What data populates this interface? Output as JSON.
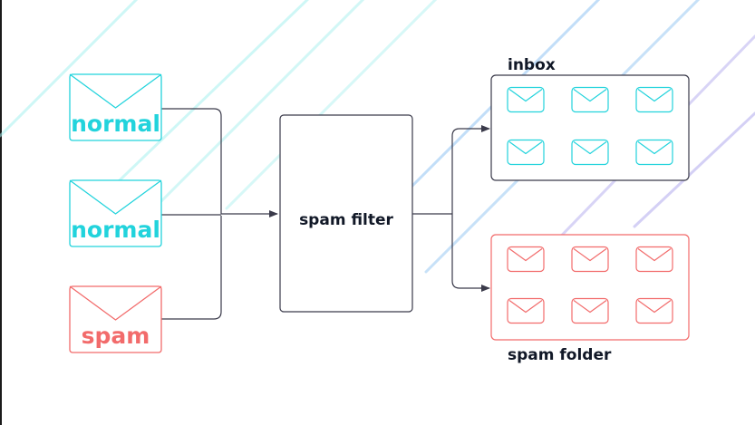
{
  "emails": [
    {
      "label": "normal",
      "kind": "normal"
    },
    {
      "label": "normal",
      "kind": "normal"
    },
    {
      "label": "spam",
      "kind": "spam"
    }
  ],
  "filter": {
    "label": "spam filter"
  },
  "inbox": {
    "label": "inbox",
    "count": 6
  },
  "spam_folder": {
    "label": "spam folder",
    "count": 6
  },
  "colors": {
    "normal": "#22d3dc",
    "spam": "#f26b6b",
    "line": "#3a3a4a",
    "text": "#111827",
    "stripe_teal": "#a6f0ee",
    "stripe_blue": "#8fc3f2",
    "stripe_purple": "#b8b0ef"
  }
}
